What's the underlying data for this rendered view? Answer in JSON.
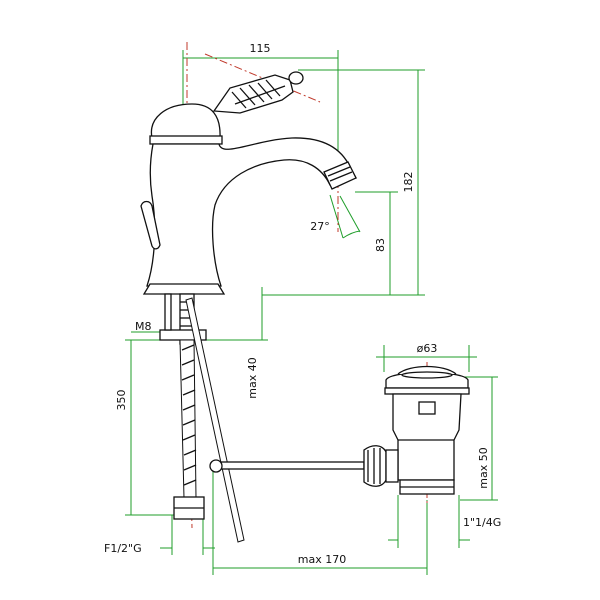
{
  "dimensions": {
    "top_width": "115",
    "overall_height": "182",
    "spout_height": "83",
    "spout_angle": "27°",
    "rod_thread": "M8",
    "hose_length": "350",
    "shank_depth": "max 40",
    "waste_diameter": "ø63",
    "waste_depth": "max 50",
    "waste_thread": "1\"1/4G",
    "hose_connector": "F1/2\"G",
    "rod_length": "max 170"
  },
  "colors": {
    "dimension_lines": "#1f9e2a",
    "center_lines": "#c0392b",
    "outline": "#111111"
  }
}
